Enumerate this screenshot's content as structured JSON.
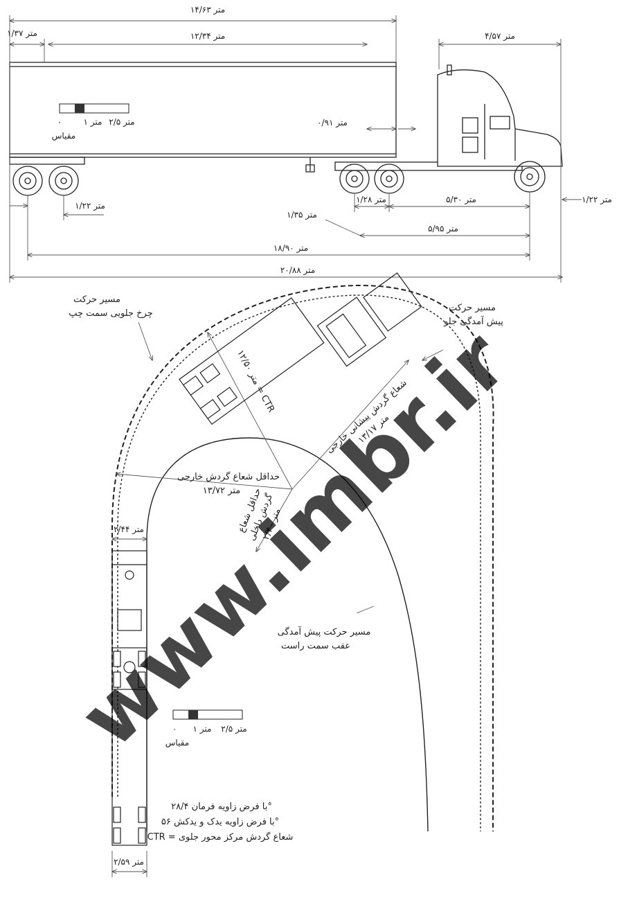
{
  "dimensions": {
    "overall_trailer": "۱۴/۶۳ متر",
    "trailer_inner": "۱۲/۳۴ متر",
    "rear_overhang": "۱/۳۷ متر",
    "tractor_length": "۴/۵۷ متر",
    "kingpin_offset": "۰/۹۱ متر",
    "rear_axle_spacing": "۱/۲۲ متر",
    "front_overhang": "۱/۲۲ متر",
    "tractor_axle_spacing": "۱/۲۸ متر",
    "fifth_wheel_offset": "۱/۳۵ متر",
    "tractor_wheelbase": "۵/۳۰ متر",
    "kingpin_to_front": "۵/۹۵ متر",
    "wheelbase_total": "۱۸/۹۰ متر",
    "overall_length": "۲۰/۸۸ متر",
    "vehicle_width": "۲/۴۴ متر",
    "track_width": "۲/۵۹ متر"
  },
  "scale": {
    "label": "مقیاس",
    "marks": [
      "۰",
      "۱ متر",
      "۲/۵ متر"
    ]
  },
  "labels": {
    "left_front_wheel_path": [
      "مسیر حرکت",
      "چرخ جلویی سمت چپ"
    ],
    "front_overhang_path": [
      "مسیر حرکت",
      "پیش آمدگی جلو"
    ],
    "ctr_radius": "۱۲/۵۰ متر = CTR",
    "max_outer_radius": [
      "شعاع گردش پیشانی خارجی",
      "۱۳/۱۷ متر"
    ],
    "min_outer_radius": [
      "حداقل شعاع گردش خارجی",
      "۱۳/۷۲ متر"
    ],
    "min_inner_radius": [
      "حداقل شعاع",
      "گردش داخلی",
      "۲/۴۰ متر"
    ],
    "rear_right_overhang_path": [
      "مسیر حرکت پیش آمدگی",
      "عقب سمت راست"
    ]
  },
  "notes": [
    "با فرض زاویه فرمان ۲۸/۴°",
    "با فرض زاویه یدک و یدکش ۵۶°",
    "CTR = شعاع گردش مرکز محور جلوی"
  ],
  "watermark": "www.imbr.ir"
}
